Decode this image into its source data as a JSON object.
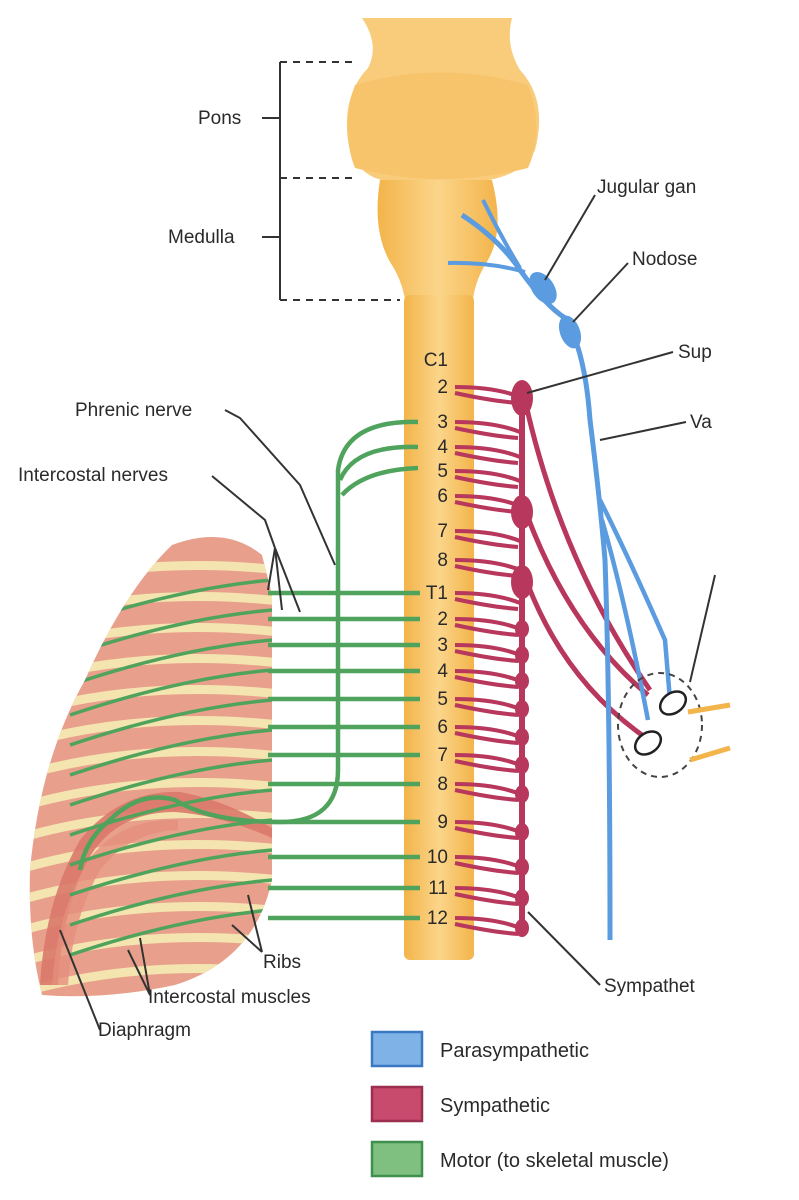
{
  "labels": {
    "pons": "Pons",
    "medulla": "Medulla",
    "jugular": "Jugular gan",
    "nodose": "Nodose",
    "superior": "Sup",
    "vagus": "Va",
    "phrenic": "Phrenic nerve",
    "intercostal_nerves": "Intercostal nerves",
    "ribs": "Ribs",
    "intercostal_muscles": "Intercostal muscles",
    "diaphragm": "Diaphragm",
    "sympathetic_chain": "Sympathet"
  },
  "cervical_segments": [
    "C1",
    "2",
    "3",
    "4",
    "5",
    "6",
    "7",
    "8"
  ],
  "thoracic_segments": [
    "T1",
    "2",
    "3",
    "4",
    "5",
    "6",
    "7",
    "8",
    "9",
    "10",
    "11",
    "12"
  ],
  "legend": [
    {
      "label": "Parasympathetic",
      "color": "#7fb2e6",
      "border": "#3a78c2"
    },
    {
      "label": "Sympathetic",
      "color": "#c84a6c",
      "border": "#9b2f50"
    },
    {
      "label": "Motor (to skeletal muscle)",
      "color": "#7fbf7f",
      "border": "#3f8f4f"
    }
  ],
  "colors": {
    "parasympathetic": "#5b9be0",
    "sympathetic": "#b8375c",
    "motor": "#4fa35c",
    "cord": "#f6c66b",
    "rib": "#f4e4b0",
    "muscle": "#e8a08c"
  }
}
